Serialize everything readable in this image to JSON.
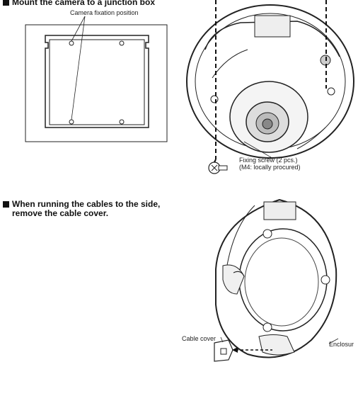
{
  "section_top": {
    "heading": "Mount the camera to a junction box",
    "junction_label": "Camera fixation position",
    "screw_label_line1": "Fixing screw (2 pcs.)",
    "screw_label_line2": "(M4: locally procured)"
  },
  "section_bottom": {
    "heading_line1": "When running the cables to the side,",
    "heading_line2": "remove the cable cover.",
    "cable_cover_label": "Cable cover",
    "enclosure_label": "Enclosur"
  }
}
